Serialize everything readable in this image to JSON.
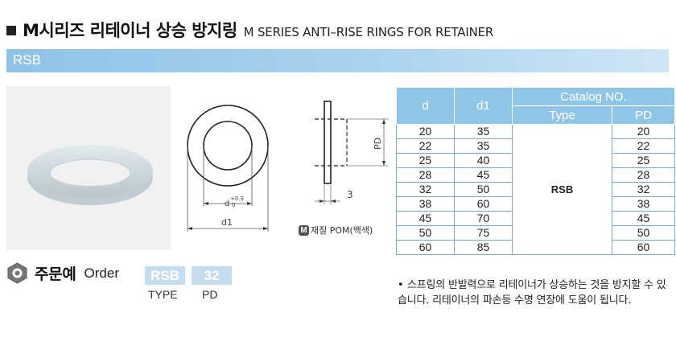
{
  "header": {
    "title_ko": "M시리즈 리테이너 상승 방지링",
    "title_en": "M SERIES ANTI–RISE RINGS FOR RETAINER"
  },
  "section": {
    "label": "RSB"
  },
  "drawing": {
    "inner_label": "d",
    "inner_tolerance_plus": "+0.3",
    "inner_tolerance_zero": "0",
    "outer_label": "d1",
    "pd_label": "PD",
    "thickness": "3"
  },
  "material": {
    "badge": "M",
    "text": "재질 POM(백색)"
  },
  "table": {
    "headers": {
      "d": "d",
      "d1": "d1",
      "catalog": "Catalog NO.",
      "type": "Type",
      "pd": "PD"
    },
    "type_value": "RSB",
    "rows": [
      {
        "d": "20",
        "d1": "35",
        "pd": "20"
      },
      {
        "d": "22",
        "d1": "35",
        "pd": "22"
      },
      {
        "d": "25",
        "d1": "40",
        "pd": "25"
      },
      {
        "d": "28",
        "d1": "45",
        "pd": "28"
      },
      {
        "d": "32",
        "d1": "50",
        "pd": "32"
      },
      {
        "d": "38",
        "d1": "60",
        "pd": "38"
      },
      {
        "d": "45",
        "d1": "70",
        "pd": "45"
      },
      {
        "d": "50",
        "d1": "75",
        "pd": "50"
      },
      {
        "d": "60",
        "d1": "85",
        "pd": "60"
      }
    ]
  },
  "order": {
    "label_ko": "주문예",
    "label_en": "Order",
    "type_code": "RSB",
    "pd_code": "32",
    "type_caption": "TYPE",
    "pd_caption": "PD"
  },
  "note": {
    "bullet": "•",
    "text": "스프링의 반발력으로 리테이너가 상승하는 것을 방지할 수 있습니다. 리테이너의 파손등 수명 연장에 도움이 됩니다."
  }
}
